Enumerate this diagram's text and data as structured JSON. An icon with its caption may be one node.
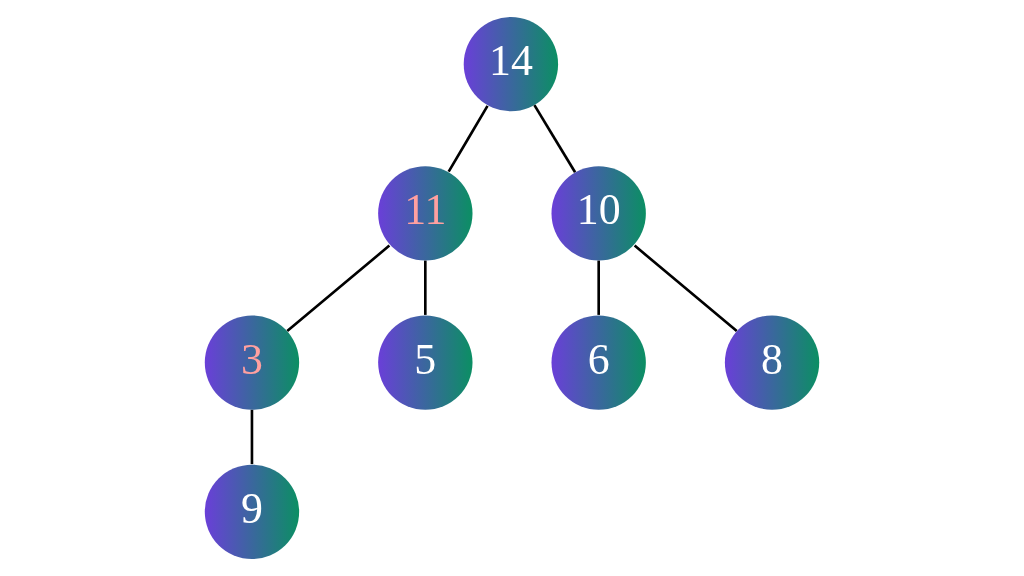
{
  "diagram": {
    "nodes": [
      {
        "text": [
          "14"
        ]
      },
      {
        "text": [
          "11"
        ]
      },
      {
        "text": [
          "10"
        ]
      },
      {
        "text": [
          "3"
        ]
      },
      {
        "text": [
          "5"
        ]
      },
      {
        "text": [
          "6"
        ]
      },
      {
        "text": [
          "8"
        ]
      },
      {
        "text": [
          "9"
        ]
      }
    ],
    "edges": [
      {
        "from": 0,
        "to": 1,
        "arrow": "none"
      },
      {
        "from": 0,
        "to": 2,
        "arrow": "none"
      },
      {
        "from": 1,
        "to": 3,
        "arrow": "none"
      },
      {
        "from": 1,
        "to": 4,
        "arrow": "none"
      },
      {
        "from": 2,
        "to": 5,
        "arrow": "none"
      },
      {
        "from": 2,
        "to": 6,
        "arrow": "none"
      },
      {
        "from": 3,
        "to": 7,
        "arrow": "none"
      }
    ]
  }
}
